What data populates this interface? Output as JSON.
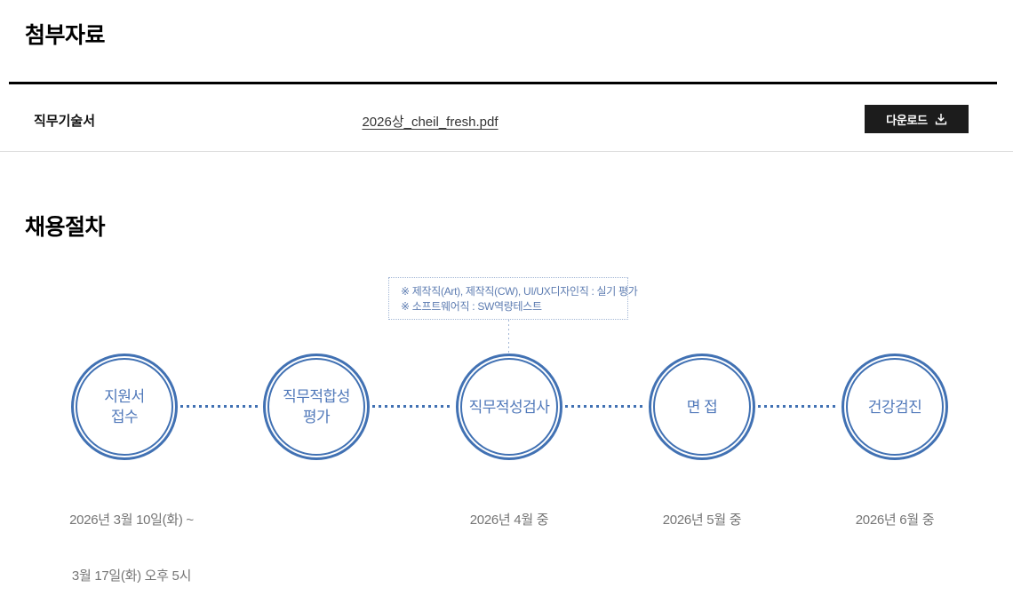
{
  "attachments": {
    "title": "첨부자료",
    "file_label": "직무기술서",
    "file_name": "2026상_cheil_fresh.pdf",
    "download_label": "다운로드"
  },
  "process": {
    "title": "채용절차",
    "tooltip_lines": [
      "※ 제작직(Art), 제작직(CW), UI/UX디자인직 : 실기 평가",
      "※ 소프트웨어직 : SW역량테스트"
    ],
    "steps": [
      {
        "label_lines": [
          "지원서",
          "접수"
        ],
        "date_lines": [
          "2026년 3월 10일(화) ~",
          "3월 17일(화) 오후 5시"
        ]
      },
      {
        "label_lines": [
          "직무적합성",
          "평가"
        ],
        "date_lines": []
      },
      {
        "label_lines": [
          "직무적성검사"
        ],
        "date_lines": [
          "2026년 4월 중"
        ]
      },
      {
        "label_lines": [
          "면 접"
        ],
        "date_lines": [
          "2026년 5월 중"
        ]
      },
      {
        "label_lines": [
          "건강검진"
        ],
        "date_lines": [
          "2026년 6월 중"
        ]
      }
    ]
  },
  "colors": {
    "accent_blue": "#4171b3",
    "step_text_blue": "#5179ba",
    "tooltip_text": "#5d7cb1",
    "tooltip_border": "#a3b7d6",
    "date_gray": "#757575",
    "button_bg": "#1c1c1c"
  }
}
